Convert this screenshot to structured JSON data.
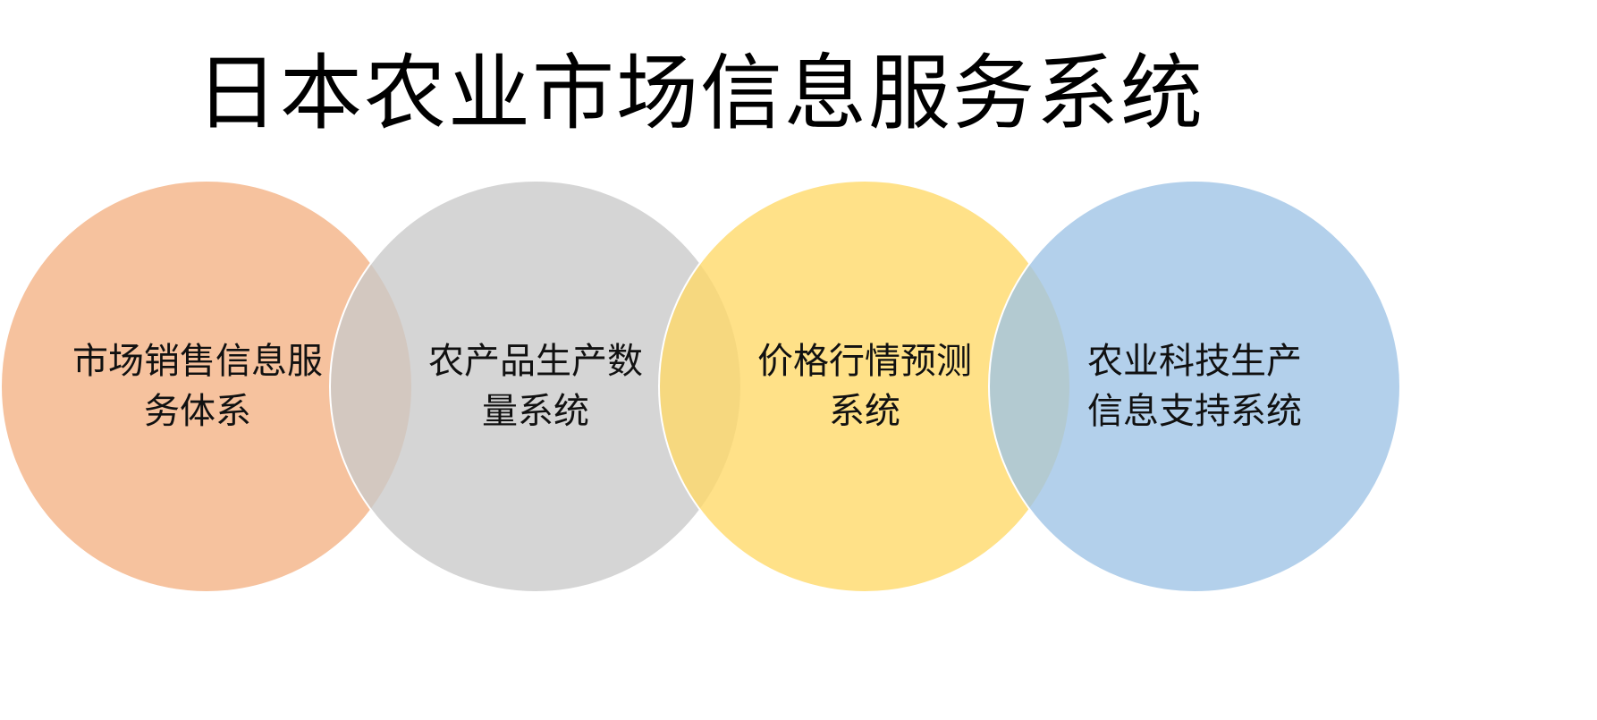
{
  "title": "日本农业市场信息服务系统",
  "circles": [
    {
      "label": "市场销售信息服务体系",
      "color": "#F4B183"
    },
    {
      "label": "农产品生产数量系统",
      "color": "#C9C9C9"
    },
    {
      "label": "价格行情预测系统",
      "color": "#FFD966"
    },
    {
      "label": "农业科技生产信息支持系统",
      "color": "#9DC3E6"
    }
  ]
}
